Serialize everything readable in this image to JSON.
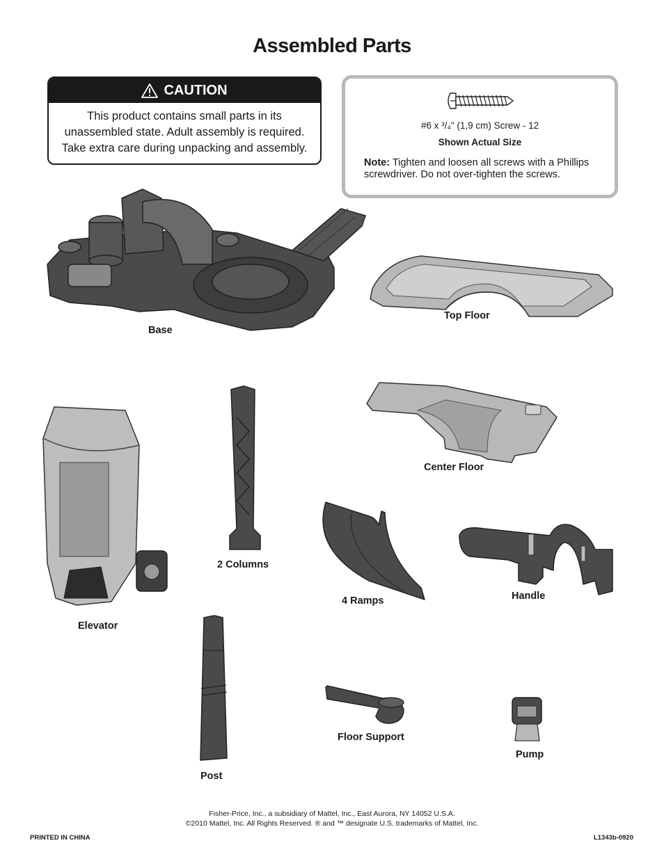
{
  "title": "Assembled Parts",
  "caution": {
    "heading": "CAUTION",
    "lines": [
      "This product contains small parts in its",
      "unassembled state. Adult assembly is required.",
      "Take extra care during unpacking and assembly."
    ]
  },
  "screw": {
    "caption": "#6 x ³/₄\" (1,9 cm) Screw - 12",
    "actual_size": "Shown Actual Size",
    "note_label": "Note:",
    "note_text": " Tighten and loosen all screws with a Phillips screwdriver. Do not over-tighten the screws."
  },
  "parts": {
    "base": "Base",
    "top_floor": "Top Floor",
    "center_floor": "Center Floor",
    "columns": "2 Columns",
    "elevator": "Elevator",
    "ramps": "4 Ramps",
    "handle": "Handle",
    "post": "Post",
    "floor_support": "Floor Support",
    "pump": "Pump"
  },
  "footer": {
    "line1": "Fisher-Price, Inc., a subsidiary of Mattel, Inc., East Aurora, NY 14052 U.S.A.",
    "line2": "©2010 Mattel, Inc. All Rights Reserved. ® and ™ designate U.S. trademarks of Mattel, Inc.",
    "printed": "PRINTED IN CHINA",
    "code": "L1343b-0920"
  },
  "colors": {
    "dark_part": "#4a4a4a",
    "light_part": "#b8b8b8",
    "caution_bg": "#1a1a1a",
    "screw_border": "#b9b9b9"
  }
}
